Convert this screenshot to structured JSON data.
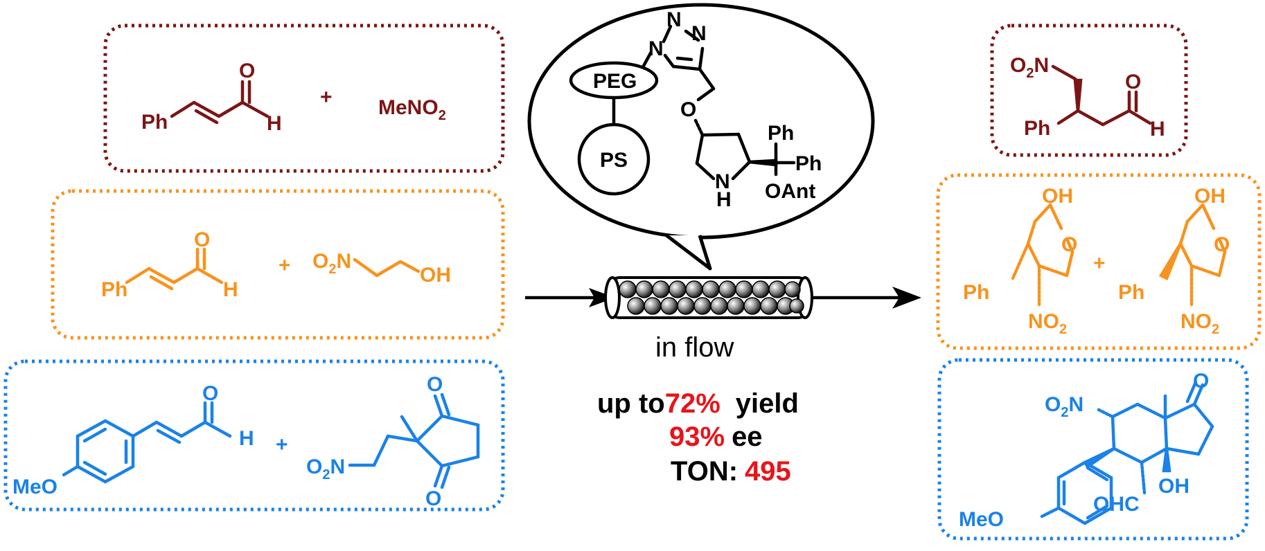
{
  "colors": {
    "maroon": "#7b1516",
    "orange": "#f7931e",
    "blue": "#1a82e8",
    "red": "#e8141b",
    "black": "#000000"
  },
  "reactions": {
    "maroon_left": {
      "ph": "Ph",
      "o": "O",
      "h": "H",
      "plus": "+",
      "meno2": "MeNO",
      "meno2_sub": "2"
    },
    "orange_left": {
      "ph": "Ph",
      "o": "O",
      "h": "H",
      "plus": "+",
      "o2n": "O",
      "o2n_sub": "2",
      "o2n_n": "N",
      "oh": "OH"
    },
    "blue_left": {
      "meo": "MeO",
      "o": "O",
      "h": "H",
      "plus": "+",
      "o_top": "O",
      "o_bot": "O",
      "o2n": "O",
      "o2n_sub": "2",
      "o2n_n": "N"
    }
  },
  "catalyst": {
    "peg": "PEG",
    "ps": "PS",
    "n1": "N",
    "n2": "N",
    "n3": "N",
    "o": "O",
    "ph1": "Ph",
    "ph2": "Ph",
    "oant": "OAnt",
    "nh_n": "N",
    "nh_h": "H"
  },
  "flow": {
    "label": "in flow"
  },
  "stats": {
    "line1_prefix": "up to",
    "line1_value": "72%",
    "line1_suffix": "yield",
    "line2_value": "93%",
    "line2_suffix": "ee",
    "line3_prefix": "TON:",
    "line3_value": "495"
  },
  "products": {
    "maroon_right": {
      "o2n": "O",
      "o2n_sub": "2",
      "o2n_n": "N",
      "o": "O",
      "ph": "Ph",
      "h": "H"
    },
    "orange_right": {
      "oh1": "OH",
      "o1": "O",
      "ph1": "Ph",
      "no2_1": "NO",
      "no2_1_sub": "2",
      "plus": "+",
      "oh2": "OH",
      "o2": "O",
      "ph2": "Ph",
      "no2_2": "NO",
      "no2_2_sub": "2"
    },
    "blue_right": {
      "o2n": "O",
      "o2n_sub": "2",
      "o2n_n": "N",
      "o": "O",
      "oh": "OH",
      "ohc": "OHC",
      "meo": "MeO"
    }
  }
}
